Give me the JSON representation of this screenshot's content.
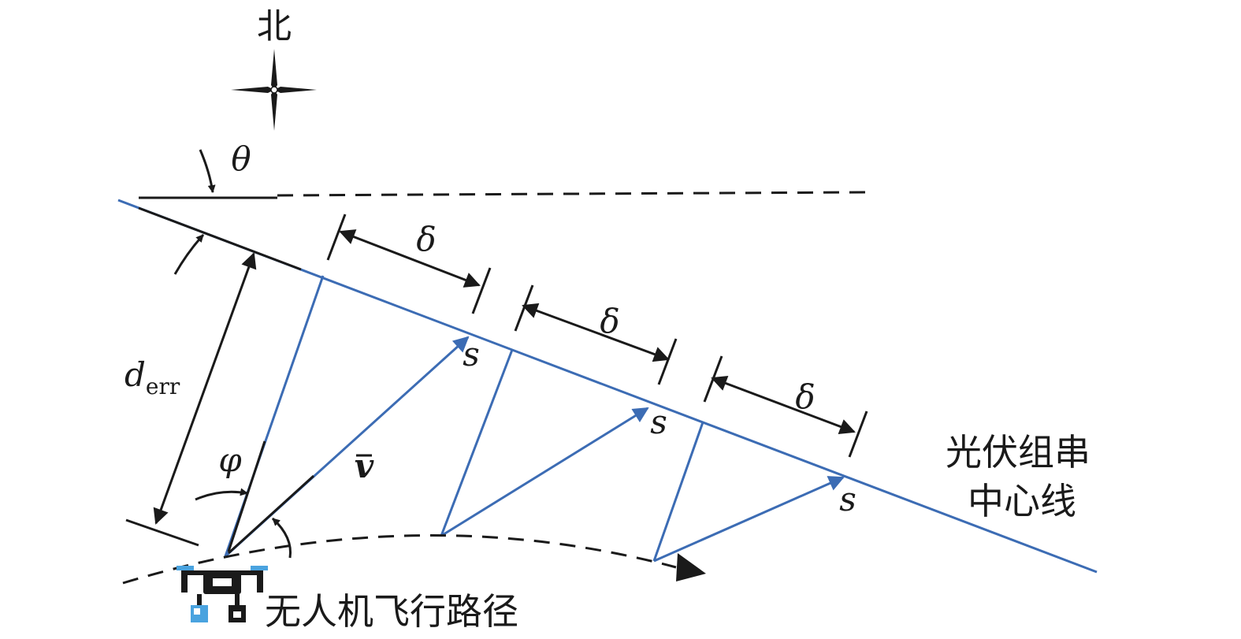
{
  "labels": {
    "north": "北",
    "theta": "θ",
    "delta": "δ",
    "s": "s",
    "d": "d",
    "err": "err",
    "phi": "φ",
    "v": "v",
    "pv_line_1": "光伏组串",
    "pv_line_2": "中心线",
    "uav_path": "无人机飞行路径"
  },
  "colors": {
    "black": "#1a1a1a",
    "blue": "#3c6cb4",
    "drone_blue": "#4aa3df"
  }
}
